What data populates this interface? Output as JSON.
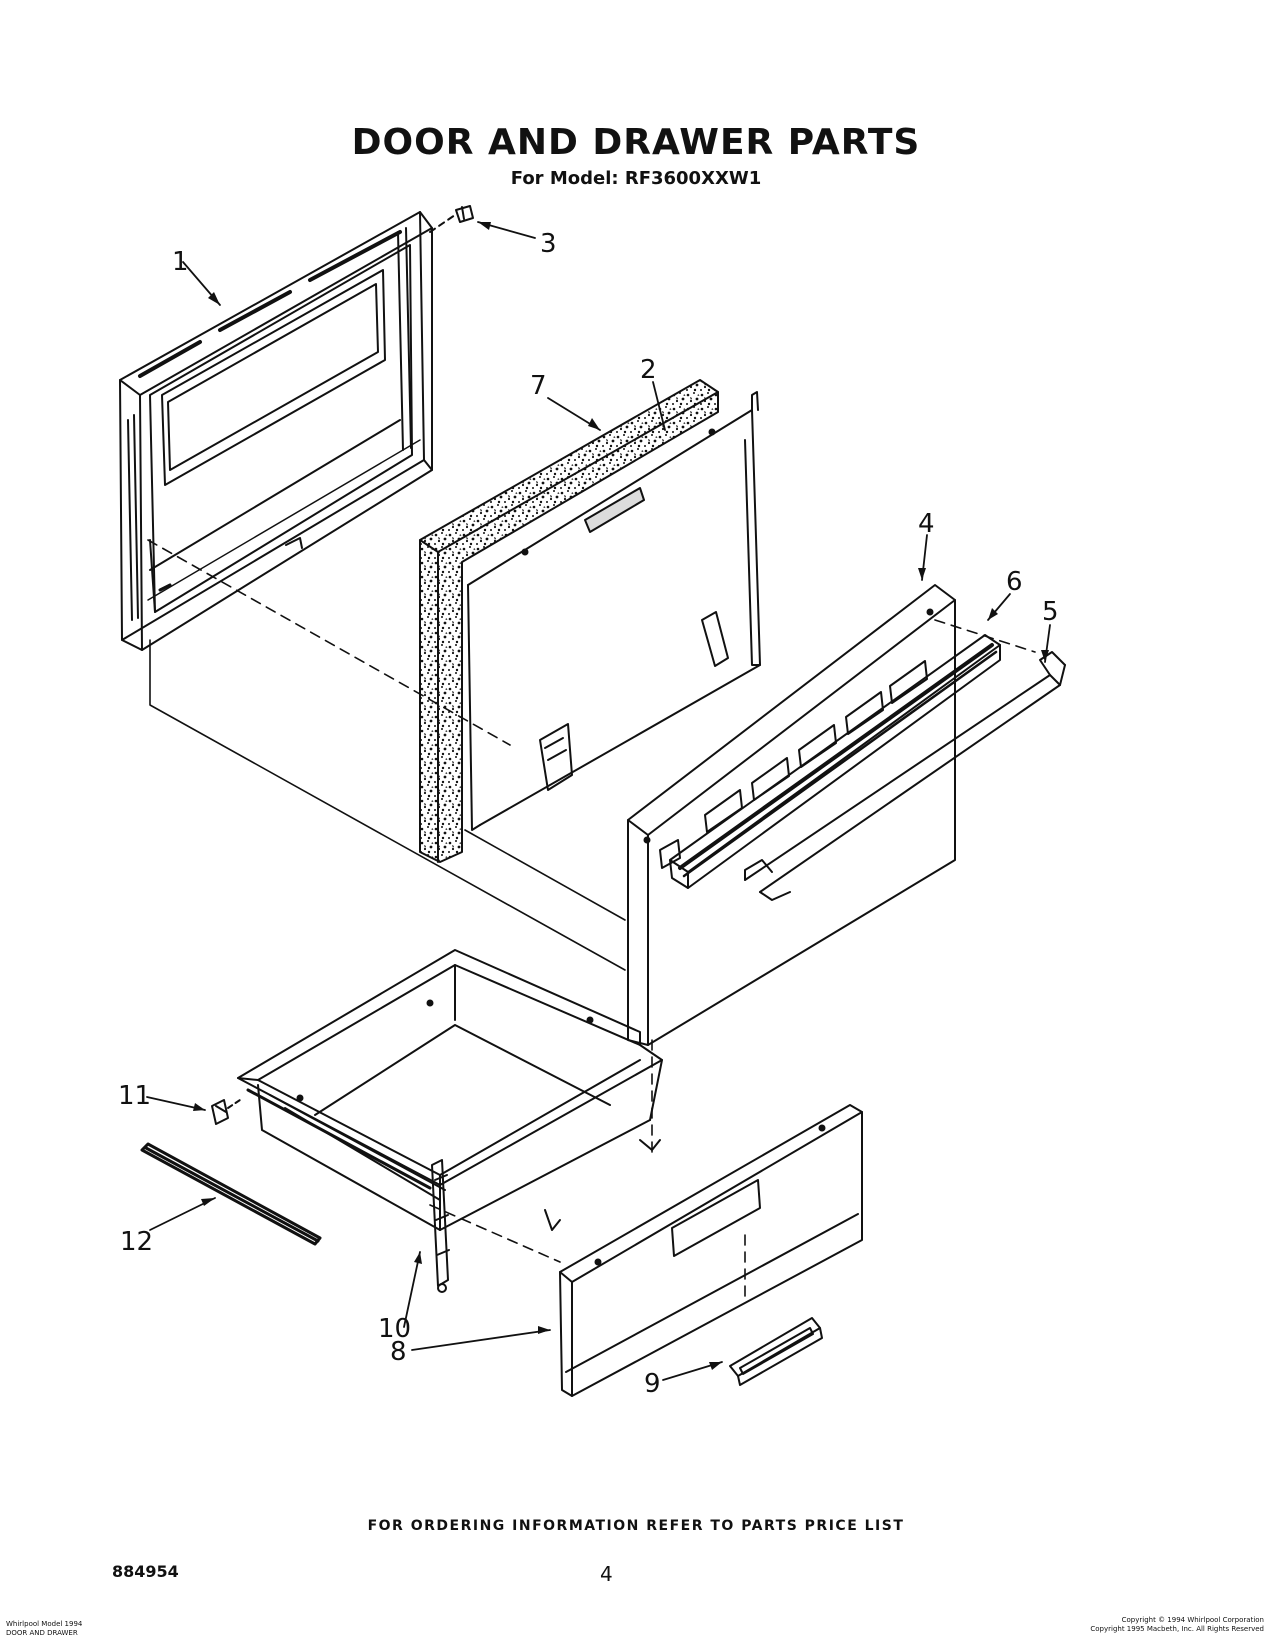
{
  "header": {
    "title": "DOOR AND DRAWER PARTS",
    "subtitle": "For Model: RF3600XXW1"
  },
  "callouts": {
    "c1": "1",
    "c2": "2",
    "c3": "3",
    "c4": "4",
    "c5": "5",
    "c6": "6",
    "c7": "7",
    "c8": "8",
    "c9": "9",
    "c10": "10",
    "c11": "11",
    "c12": "12"
  },
  "footer": {
    "ordering_note": "FOR ORDERING INFORMATION REFER TO PARTS PRICE LIST",
    "doc_number": "884954",
    "page_number": "4",
    "left_small_1": "Whirlpool Model 1994",
    "left_small_2": "DOOR AND DRAWER",
    "right_small_1": "Copyright © 1994 Whirlpool Corporation",
    "right_small_2": "Copyright 1995 Macbeth, Inc. All Rights Reserved"
  }
}
